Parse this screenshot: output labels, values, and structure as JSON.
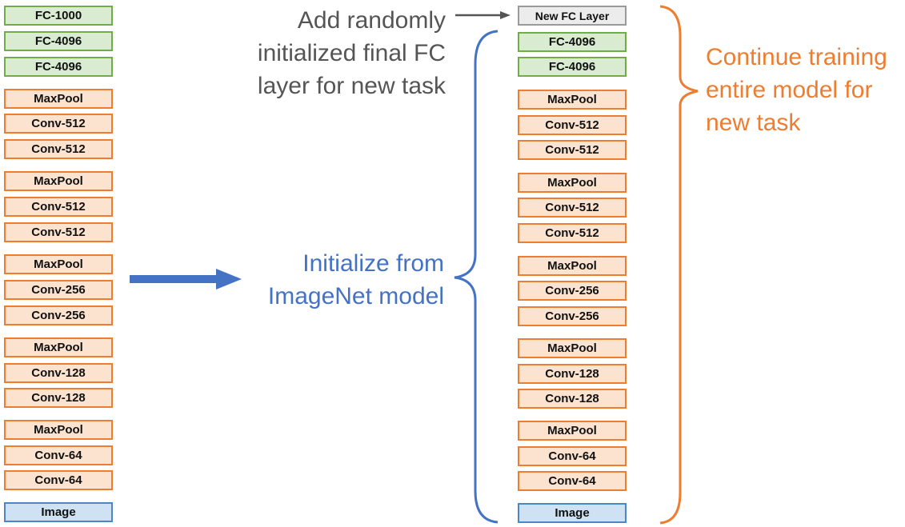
{
  "left_stack": [
    {
      "label": "FC-1000",
      "kind": "fc"
    },
    {
      "label": "FC-4096",
      "kind": "fc"
    },
    {
      "label": "FC-4096",
      "kind": "fc"
    },
    {
      "label": "MaxPool",
      "kind": "conv"
    },
    {
      "label": "Conv-512",
      "kind": "conv"
    },
    {
      "label": "Conv-512",
      "kind": "conv"
    },
    {
      "label": "MaxPool",
      "kind": "conv"
    },
    {
      "label": "Conv-512",
      "kind": "conv"
    },
    {
      "label": "Conv-512",
      "kind": "conv"
    },
    {
      "label": "MaxPool",
      "kind": "conv"
    },
    {
      "label": "Conv-256",
      "kind": "conv"
    },
    {
      "label": "Conv-256",
      "kind": "conv"
    },
    {
      "label": "MaxPool",
      "kind": "conv"
    },
    {
      "label": "Conv-128",
      "kind": "conv"
    },
    {
      "label": "Conv-128",
      "kind": "conv"
    },
    {
      "label": "MaxPool",
      "kind": "conv"
    },
    {
      "label": "Conv-64",
      "kind": "conv"
    },
    {
      "label": "Conv-64",
      "kind": "conv"
    },
    {
      "label": "Image",
      "kind": "image"
    }
  ],
  "right_stack": [
    {
      "label": "New FC Layer",
      "kind": "newfc"
    },
    {
      "label": "FC-4096",
      "kind": "fc"
    },
    {
      "label": "FC-4096",
      "kind": "fc"
    },
    {
      "label": "MaxPool",
      "kind": "conv"
    },
    {
      "label": "Conv-512",
      "kind": "conv"
    },
    {
      "label": "Conv-512",
      "kind": "conv"
    },
    {
      "label": "MaxPool",
      "kind": "conv"
    },
    {
      "label": "Conv-512",
      "kind": "conv"
    },
    {
      "label": "Conv-512",
      "kind": "conv"
    },
    {
      "label": "MaxPool",
      "kind": "conv"
    },
    {
      "label": "Conv-256",
      "kind": "conv"
    },
    {
      "label": "Conv-256",
      "kind": "conv"
    },
    {
      "label": "MaxPool",
      "kind": "conv"
    },
    {
      "label": "Conv-128",
      "kind": "conv"
    },
    {
      "label": "Conv-128",
      "kind": "conv"
    },
    {
      "label": "MaxPool",
      "kind": "conv"
    },
    {
      "label": "Conv-64",
      "kind": "conv"
    },
    {
      "label": "Conv-64",
      "kind": "conv"
    },
    {
      "label": "Image",
      "kind": "image"
    }
  ],
  "notes": {
    "new_fc": [
      "Add randomly",
      "initialized final FC",
      "layer for new task"
    ],
    "init": [
      "Initialize from",
      "ImageNet model"
    ],
    "continue": [
      "Continue training",
      "entire model for",
      "new task"
    ]
  },
  "colors": {
    "conv_border": "#ed7d31",
    "conv_fill": "#fbe3cf",
    "fc_border": "#70ad47",
    "fc_fill": "#d9ecd1",
    "image_border": "#4a86c8",
    "image_fill": "#cfe2f3",
    "new_fc_border": "#9a9a9a",
    "new_fc_fill": "#ececec",
    "arrow_blue": "#4472c4",
    "brace_blue": "#4472c4",
    "brace_orange": "#ed7d31",
    "note_gray": "#555555"
  }
}
